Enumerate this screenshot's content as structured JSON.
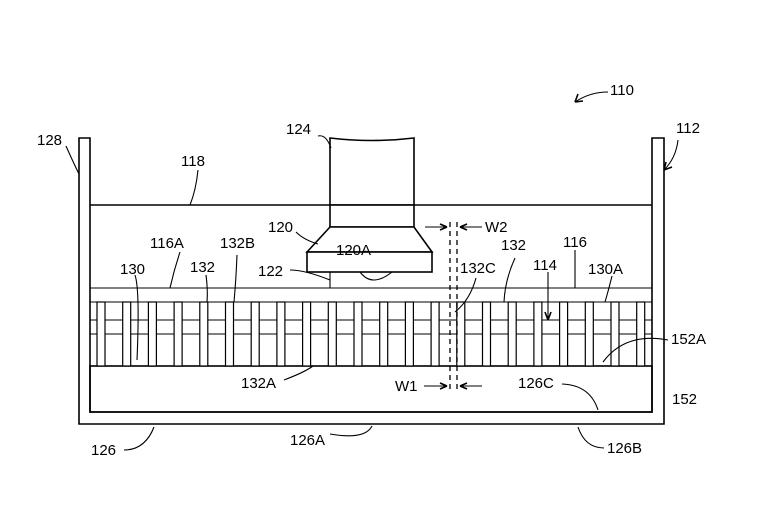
{
  "labels": {
    "l110": "110",
    "l112": "112",
    "l128": "128",
    "l124": "124",
    "l118": "118",
    "l120": "120",
    "l120A": "120A",
    "l122": "122",
    "lW2": "W2",
    "l116A": "116A",
    "l132B": "132B",
    "l130": "130",
    "l132a": "132",
    "l132C": "132C",
    "l132b": "132",
    "l116": "116",
    "l114": "114",
    "l130A": "130A",
    "l152A": "152A",
    "l132A": "132A",
    "lW1": "W1",
    "l126C": "126C",
    "l152": "152",
    "l126": "126",
    "l126A": "126A",
    "l126B": "126B"
  },
  "colors": {
    "line": "#000000",
    "background": "#ffffff"
  }
}
